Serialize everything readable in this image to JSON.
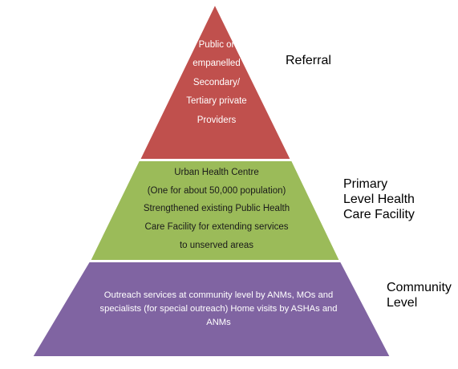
{
  "diagram": {
    "tiers": [
      {
        "id": "referral-tier",
        "color": "#c0504d",
        "text_lines": [
          "Public or",
          "empanelled",
          "Secondary/",
          "Tertiary private",
          "Providers"
        ],
        "side_label_lines": [
          "Referral"
        ]
      },
      {
        "id": "primary-tier",
        "color": "#9bbb59",
        "text_lines": [
          "Urban Health Centre",
          "(One for about 50,000 population)",
          "Strengthened existing Public Health",
          "Care Facility for extending services",
          "to unserved areas"
        ],
        "side_label_lines": [
          "Primary",
          "Level Health",
          "Care Facility"
        ]
      },
      {
        "id": "community-tier",
        "color": "#8064a2",
        "text_lines": [
          "Outreach services at community level by ANMs, MOs and",
          "specialists (for special outreach) Home visits by ASHAs and",
          "ANMs"
        ],
        "side_label_lines": [
          "Community",
          "Level"
        ]
      }
    ]
  }
}
